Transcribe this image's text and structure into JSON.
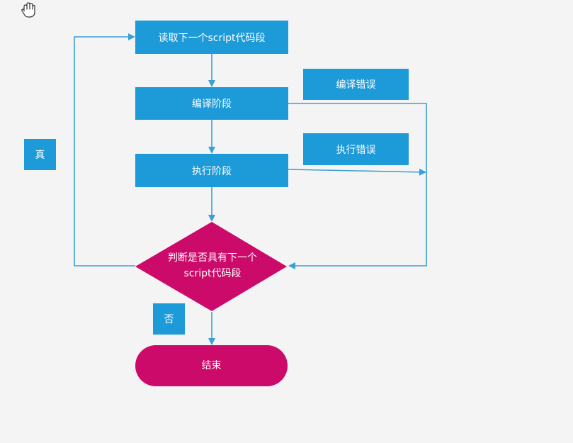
{
  "nodes": {
    "read_segment": "读取下一个script代码段",
    "compile_phase": "编译阶段",
    "execute_phase": "执行阶段",
    "decision_line1": "判断是否具有下一个",
    "decision_line2": "script代码段",
    "end": "结束"
  },
  "labels": {
    "compile_error": "编译错误",
    "execute_error": "执行错误",
    "true_label": "真",
    "false_label": "否"
  },
  "colors": {
    "process": "#1d9ad8",
    "decision": "#cc0a6a",
    "terminal": "#cc0a6a",
    "edge": "#3a9fd6",
    "background": "#f4f4f4"
  },
  "icons": {
    "cursor": "hand-cursor-icon"
  }
}
